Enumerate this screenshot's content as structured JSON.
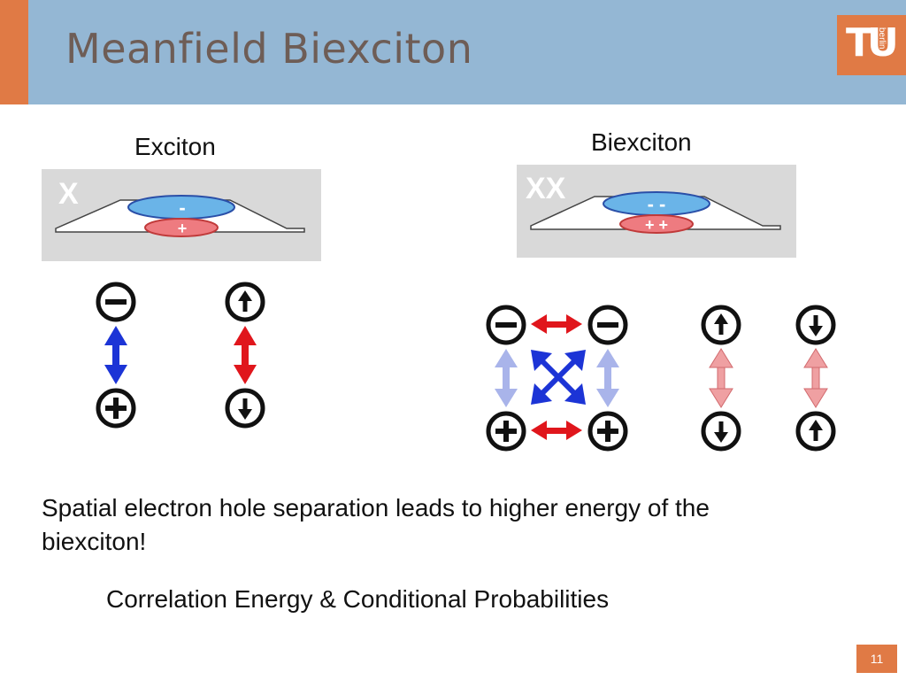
{
  "slide": {
    "title": "Meanfield Biexciton",
    "page_number": "11"
  },
  "logo": {
    "text": "TU",
    "subtext": "berlin"
  },
  "exciton": {
    "heading": "Exciton",
    "panel_label": "X",
    "electron_sign": "-",
    "hole_sign": "+"
  },
  "biexciton": {
    "heading": "Biexciton",
    "panel_label": "XX",
    "electron_sign": "- -",
    "hole_sign": "+ +"
  },
  "text": {
    "statement": "Spatial electron hole separation leads to higher energy of the biexciton!",
    "subtitle": "Correlation Energy & Conditional Probabilities"
  },
  "colors": {
    "header": "#94b7d4",
    "accent": "#e07a45",
    "title": "#6e5d56",
    "electron": "#6ab4e8",
    "hole": "#ee7b80",
    "blue_arrow": "#1c34d6",
    "red_arrow": "#e0161c",
    "light_blue_arrow": "#a9b4ea",
    "light_red_arrow": "#efa0a2"
  }
}
